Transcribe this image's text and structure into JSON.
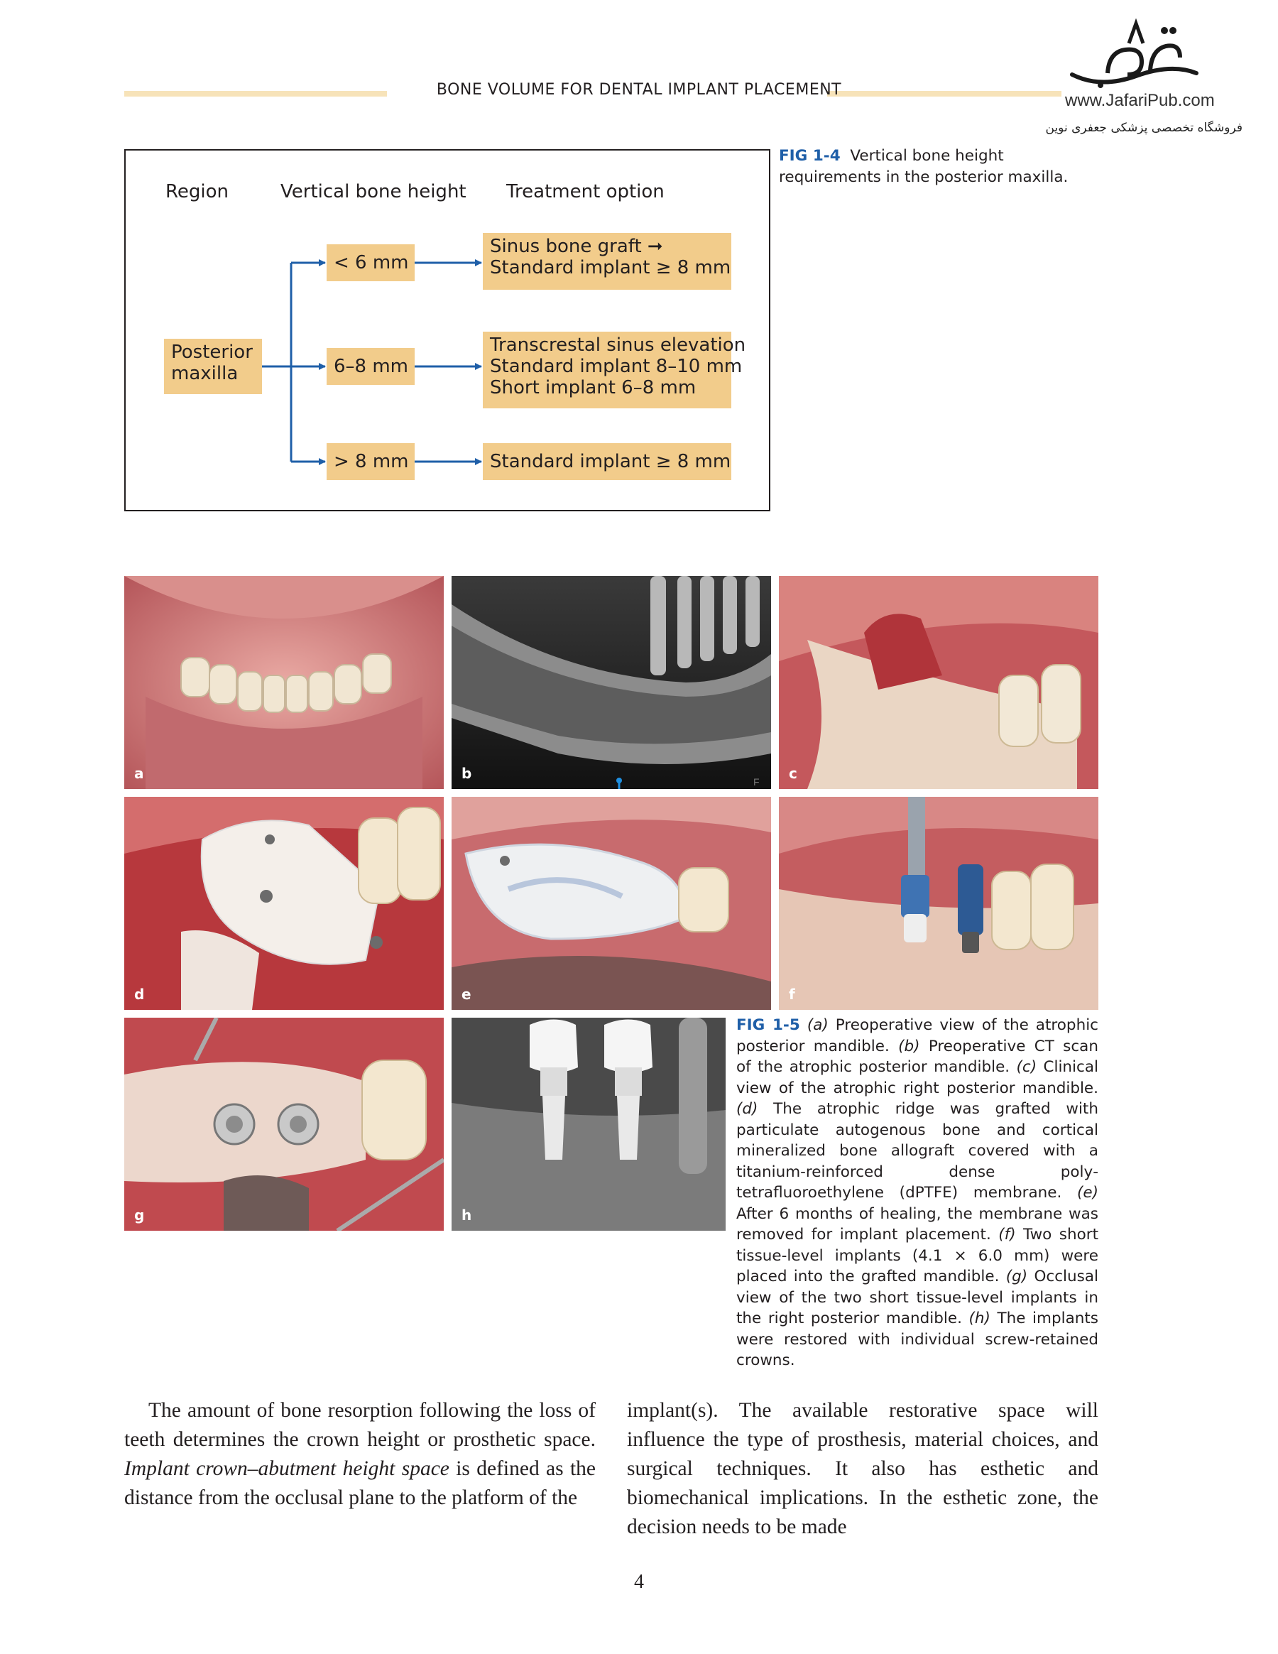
{
  "header": {
    "running_title": "BONE VOLUME FOR DENTAL IMPLANT PLACEMENT",
    "logo_url": "www.JafariPub.com",
    "logo_persian": "فروشگاه تخصصی پزشکی جعفری نوین"
  },
  "fig_1_4": {
    "col_region": "Region",
    "col_height": "Vertical bone height",
    "col_treatment": "Treatment option",
    "region": [
      "Posterior",
      "maxilla"
    ],
    "rows": [
      {
        "height": "< 6 mm",
        "treatment": [
          "Sinus bone graft ➞",
          "Standard implant ≥ 8 mm"
        ]
      },
      {
        "height": "6–8 mm",
        "treatment": [
          "Transcrestal sinus elevation",
          "Standard implant 8–10 mm",
          "Short implant 6–8 mm"
        ]
      },
      {
        "height": "> 8 mm",
        "treatment": [
          "Standard implant ≥ 8 mm"
        ]
      }
    ],
    "caption_tag": "FIG 1-4",
    "caption_text": "Vertical bone height requirements in the posterior maxilla.",
    "colors": {
      "box": "#f2cc8b",
      "arrow": "#1f5fa8"
    }
  },
  "fig_1_5": {
    "panels": [
      "a",
      "b",
      "c",
      "d",
      "e",
      "f",
      "g",
      "h"
    ],
    "ct_marker": "F",
    "caption_tag": "FIG 1-5",
    "caption": [
      {
        "it": "(a)",
        "t": " Preoperative view of the atrophic posterior mandible. "
      },
      {
        "it": "(b)",
        "t": " Preoperative CT scan of the atrophic posterior mandible. "
      },
      {
        "it": "(c)",
        "t": " Clinical view of the atrophic right posterior mandible. "
      },
      {
        "it": "(d)",
        "t": " The atrophic ridge was grafted with particulate autoge­nous bone and cortical mineralized bone allograft covered with a titanium-reinforced dense poly­tetrafluoroethylene (dPTFE) membrane. "
      },
      {
        "it": "(e)",
        "t": " After 6 months of healing, the membrane was removed for implant placement. "
      },
      {
        "it": "(f)",
        "t": " Two short tissue-level implants (4.1 × 6.0 mm) were placed into the grafted mandible. "
      },
      {
        "it": "(g)",
        "t": " Occlusal view of the two short tissue-level implants in the right posterior mandible. "
      },
      {
        "it": "(h)",
        "t": " The implants were restored with individual screw-retained crowns."
      }
    ]
  },
  "body": {
    "left": [
      {
        "t": "The amount of bone resorption following the loss of teeth determines the crown height or prosthetic space. "
      },
      {
        "i": "Implant crown–abutment height space"
      },
      {
        "t": " is defined as the distance from the occlusal plane to the platform of the"
      }
    ],
    "right": "implant(s). The available restorative space will influence the type of prosthesis, material choices, and surgical tech­niques. It also has esthetic and biomechanical implica­tions. In the esthetic zone, the decision needs to be made"
  },
  "page_number": "4"
}
